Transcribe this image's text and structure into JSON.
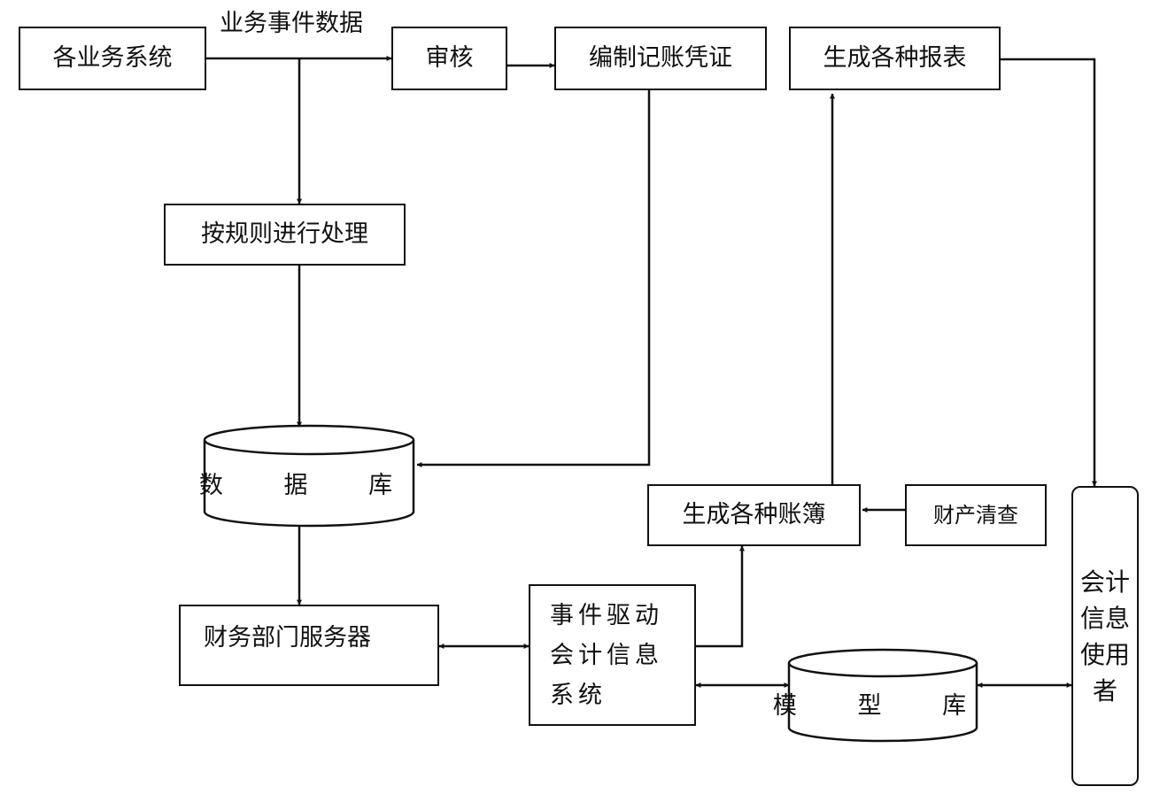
{
  "nodes": {
    "business_systems": "各业务系统",
    "event_data_label": "业务事件数据",
    "audit": "审核",
    "voucher": "编制记账凭证",
    "reports": "生成各种报表",
    "rule_processing": "按规则进行处理",
    "database": "数 据 库",
    "ledgers": "生成各种账簿",
    "inventory_check": "财产清查",
    "info_users": "会计信息使用者",
    "finance_server": "财务部门服务器",
    "event_system_line1": "事件驱动",
    "event_system_line2": "会计信息",
    "event_system_line3": "系统",
    "model_base": "模 型 库"
  }
}
